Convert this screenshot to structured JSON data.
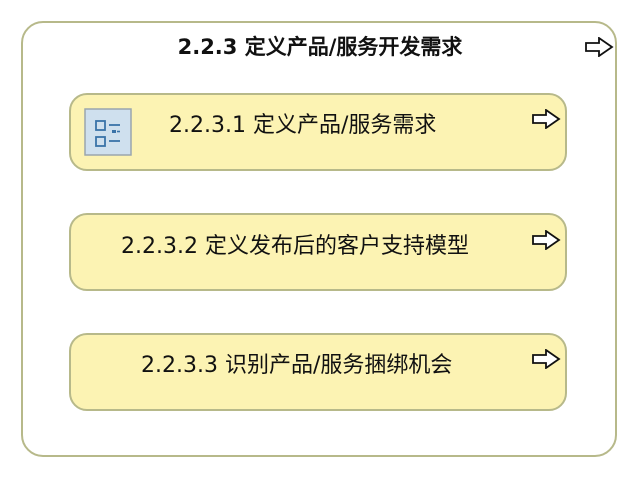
{
  "diagram": {
    "group": {
      "title": "2.2.3 定义产品/服务开发需求",
      "arrow_icon": "hollow-right-arrow-icon"
    },
    "items": [
      {
        "label": "2.2.3.1 定义产品/服务需求",
        "icon": "task-list-icon",
        "arrow_icon": "hollow-right-arrow-icon"
      },
      {
        "label": "2.2.3.2 定义发布后的客户支持模型",
        "arrow_icon": "hollow-right-arrow-icon"
      },
      {
        "label": "2.2.3.3 识别产品/服务捆绑机会",
        "arrow_icon": "hollow-right-arrow-icon"
      }
    ],
    "colors": {
      "box_fill": "#fcf3b3",
      "border": "#b7b98a",
      "icon_fill": "#cfe0ee",
      "icon_stroke": "#3a73a8"
    }
  }
}
